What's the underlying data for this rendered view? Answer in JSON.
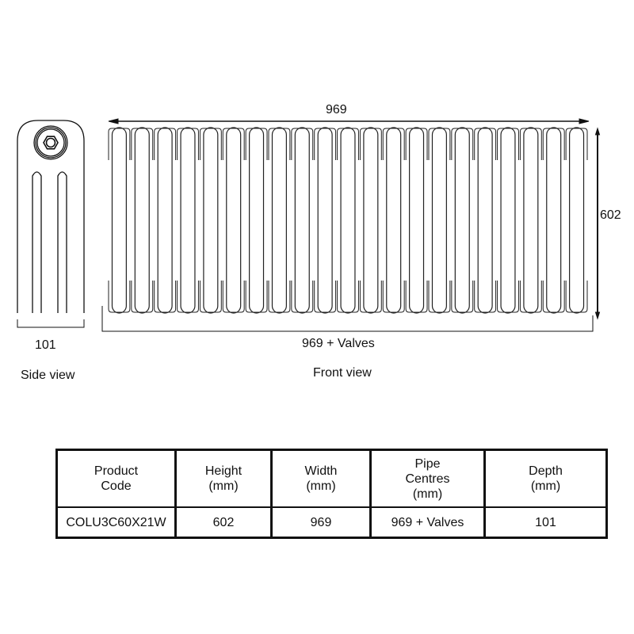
{
  "side_view": {
    "label": "Side view",
    "depth_dimension": "101"
  },
  "front_view": {
    "label": "Front view",
    "width_dimension": "969",
    "height_dimension": "602",
    "pipe_centres_dimension": "969 + Valves",
    "section_count": 21
  },
  "spec_table": {
    "headers": [
      "Product\nCode",
      "Height\n(mm)",
      "Width\n(mm)",
      "Pipe\nCentres\n(mm)",
      "Depth\n(mm)"
    ],
    "rows": [
      [
        "COLU3C60X21W",
        "602",
        "969",
        "969 + Valves",
        "101"
      ]
    ]
  },
  "colors": {
    "line": "#111111",
    "background": "#ffffff"
  }
}
